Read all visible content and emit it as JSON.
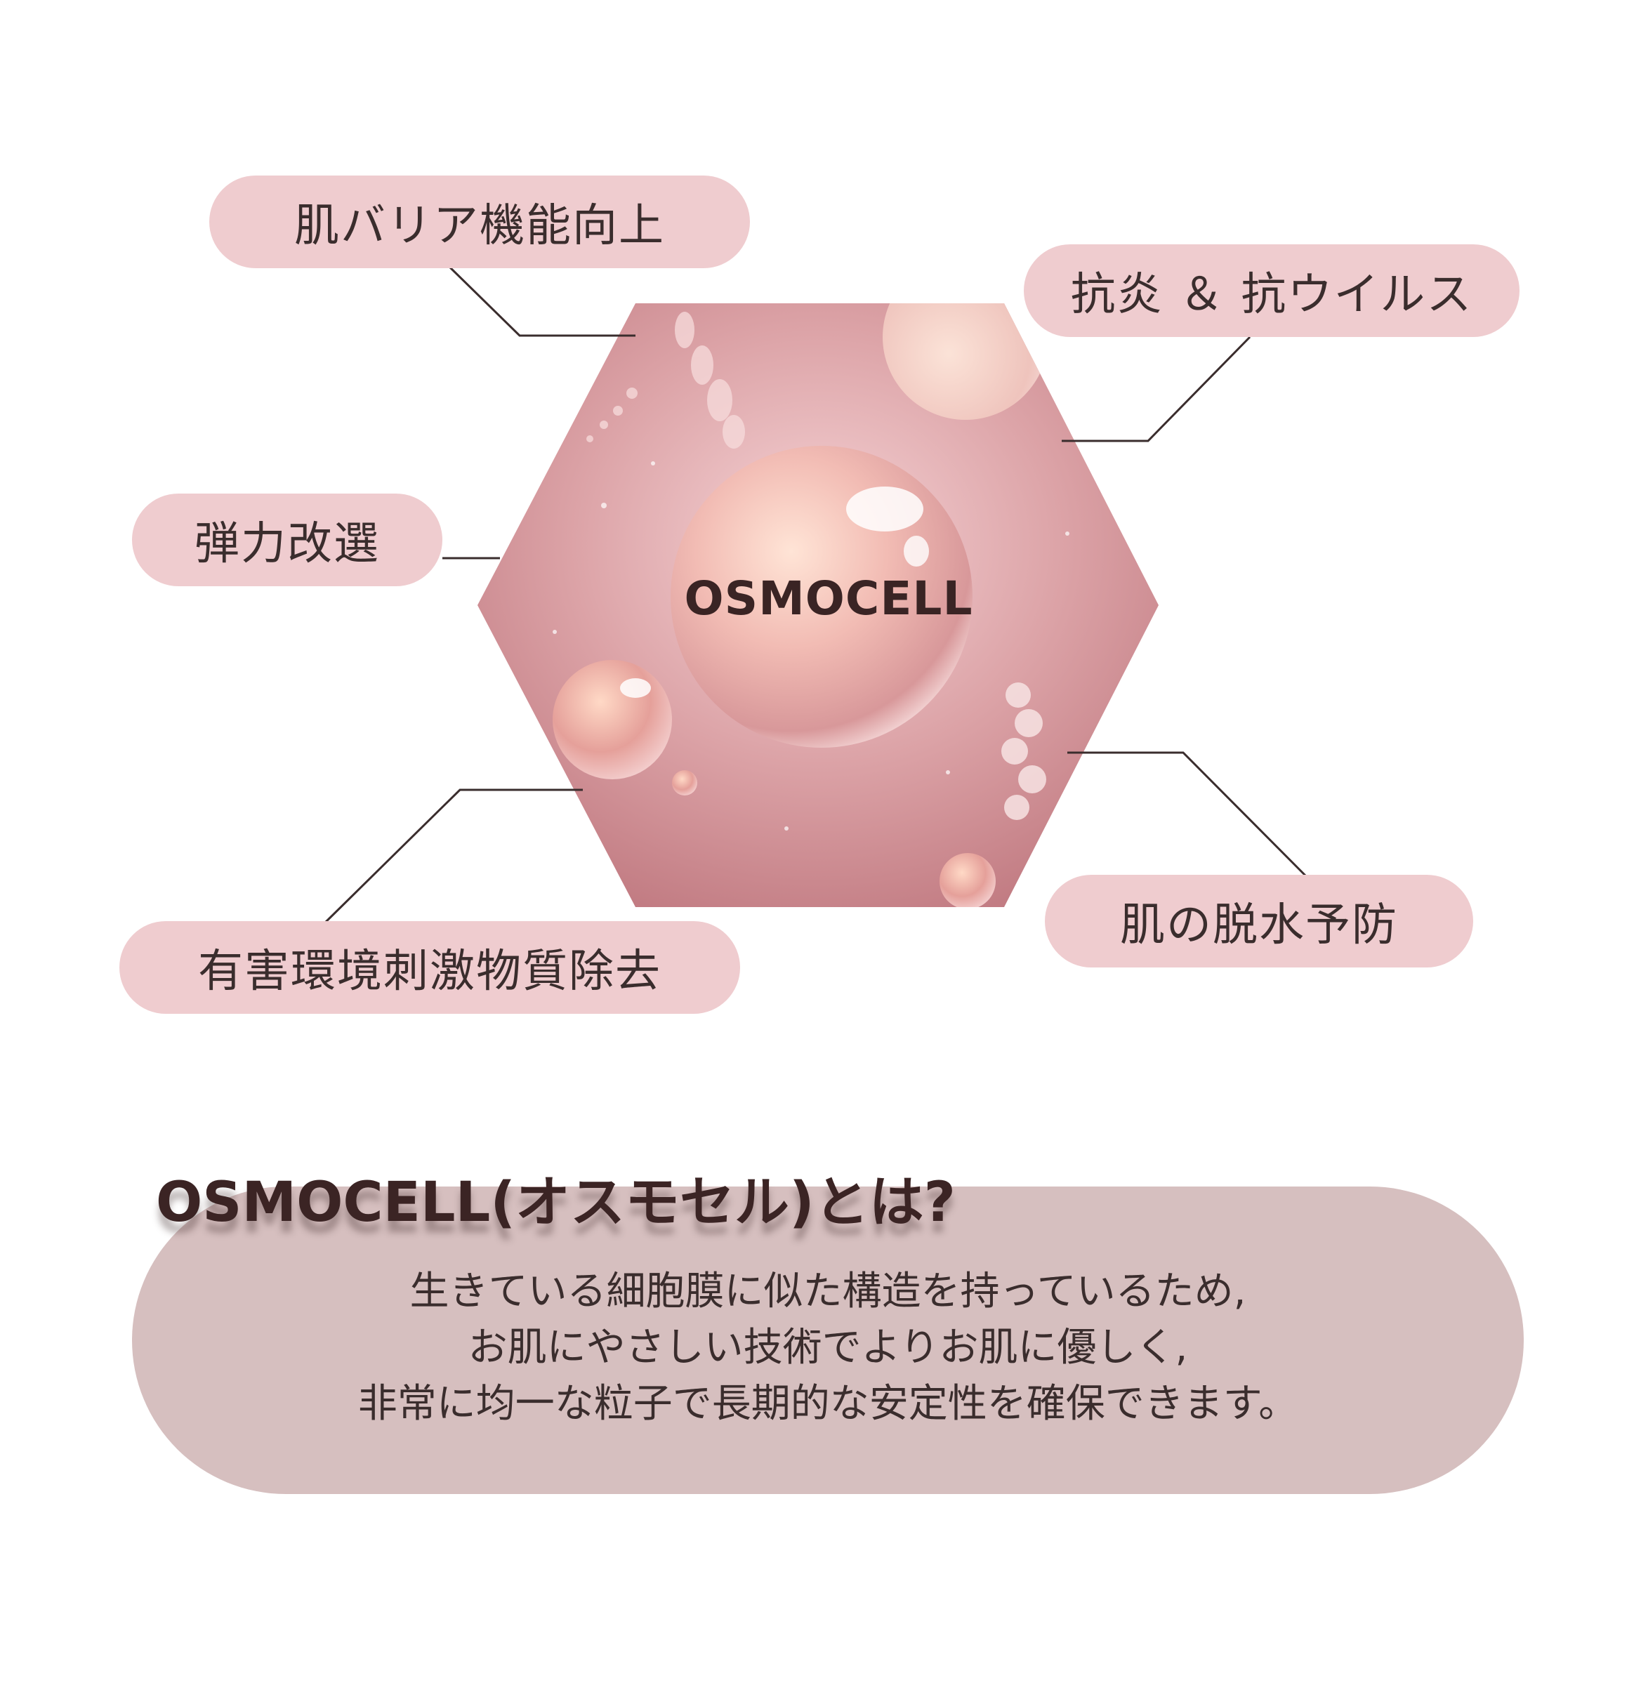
{
  "features": [
    {
      "id": "skin-barrier",
      "label": "肌バリア機能向上"
    },
    {
      "id": "anti-inflammatory",
      "label": "抗炎 ＆ 抗ウイルス"
    },
    {
      "id": "elasticity",
      "label": "弾力改選"
    },
    {
      "id": "harmful-removal",
      "label": "有害環境刺激物質除去"
    },
    {
      "id": "dehydration",
      "label": "肌の脱水予防"
    }
  ],
  "center": {
    "logo": "OSMOCELL"
  },
  "info": {
    "title": "OSMOCELL(オスモセル)とは?",
    "lines": [
      "生きている細胞膜に似た構造を持っているため,",
      "お肌にやさしい技術でよりお肌に優しく,",
      "非常に均一な粒子で長期的な安定性を確保できます。"
    ]
  },
  "colors": {
    "pill": "#efcccf",
    "hexagon": "#d89a9e",
    "connector": "#3a2d2d",
    "info_box": "#d6bfbf",
    "text": "#3a2d2d"
  }
}
